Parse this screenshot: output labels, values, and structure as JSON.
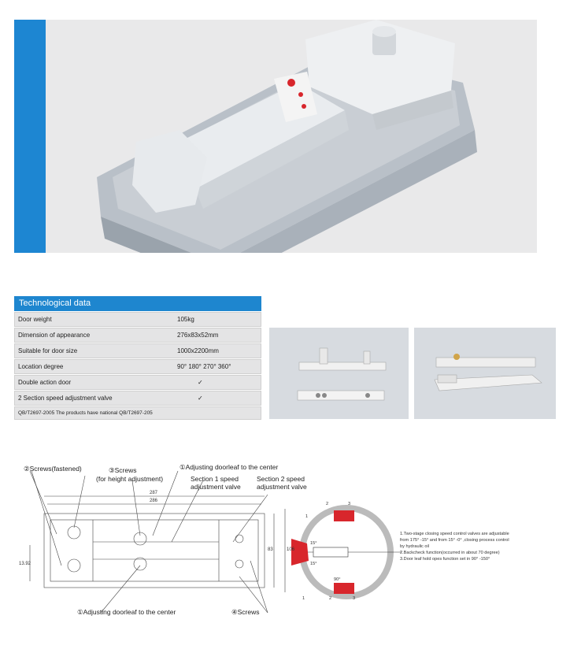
{
  "spec_table": {
    "header": "Technological data",
    "rows": [
      {
        "label": "Door weight",
        "value": "105kg"
      },
      {
        "label": "Dimension of appearance",
        "value": "276x83x52mm"
      },
      {
        "label": "Suitable for door size",
        "value": "1000x2200mm"
      },
      {
        "label": "Location degree",
        "value": "90°  180°  270°  360°"
      },
      {
        "label": "Double action door",
        "value": "✓"
      },
      {
        "label": "2 Section speed adjustment valve",
        "value": "✓"
      }
    ],
    "footer": "QB/T2697-2005  The products have national QB/T2697-205"
  },
  "diagram": {
    "labels": {
      "screws_fastened": "②Screws(fastened)",
      "screws_height": "③Screws",
      "screws_height_sub": "(for height adjustment)",
      "adjust_top": "①Adjusting doorleaf to the center",
      "section1_a": "Section 1 speed",
      "section1_b": "adjustment valve",
      "section2_a": "Section 2 speed",
      "section2_b": "adjustment valve",
      "adjust_bottom": "①Adjusting doorleaf to the center",
      "screws_bottom": "④Screws"
    },
    "dims": {
      "d287": "287",
      "d286": "286",
      "d83": "83",
      "d106": "106",
      "d13": "13.92"
    },
    "angle": {
      "n1": "1",
      "n2": "2",
      "n3": "3",
      "a15_top": "15°",
      "a15_bot": "15°",
      "a90": "90°",
      "b1": "1",
      "b2": "2",
      "b3": "3"
    },
    "notes": [
      "1.Two-stage closing speed control valves are adjustable",
      "from 175° -15°  and from 15° -0° ,closing process control",
      "by hydraulic oil",
      "2.Backcheck function(occurred in about 70 degree)",
      "3.Door leaf hold opes function set in 90° -150°"
    ]
  },
  "colors": {
    "accent_blue": "#1e86cf",
    "valve_red": "#d8262c"
  }
}
